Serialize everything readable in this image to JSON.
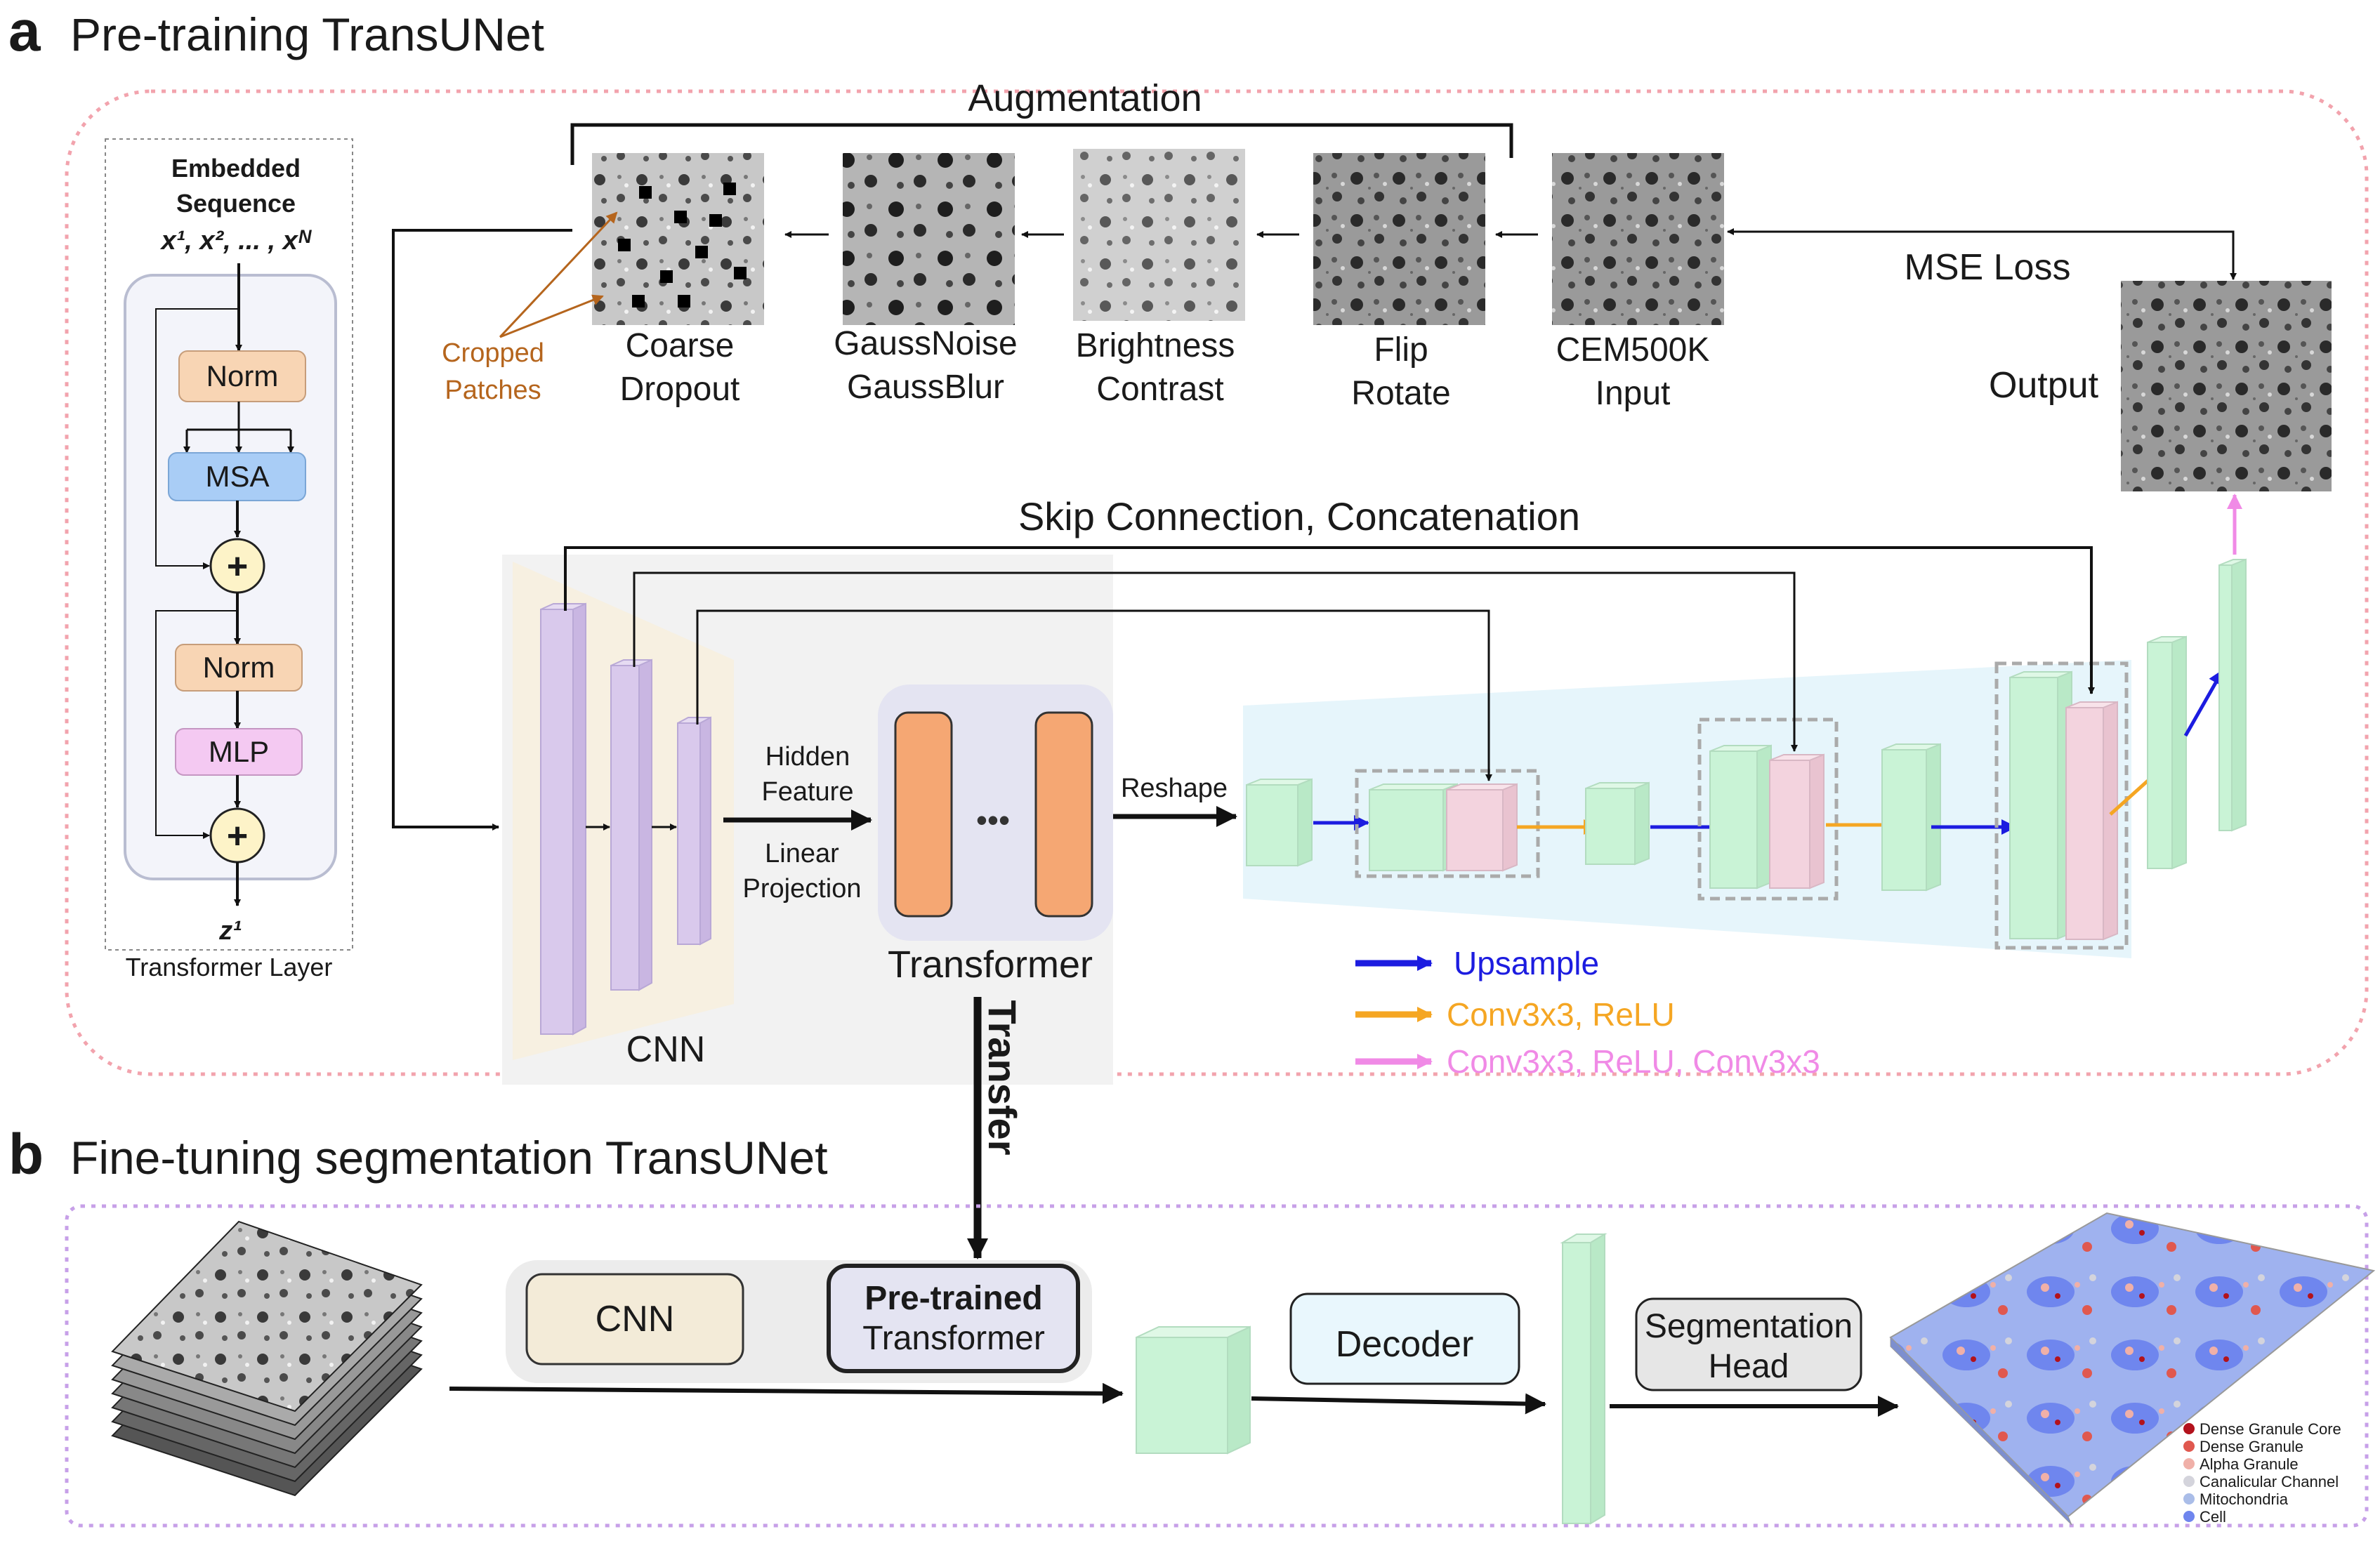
{
  "colors": {
    "panel_a_border": "#f2a3ad",
    "panel_b_border": "#c7a0e8",
    "norm": "#f8d5b4",
    "msa": "#a9cdf6",
    "mlp": "#f4c9f2",
    "cnn_block": "#d9c9ec",
    "transformer_block": "#f5a773",
    "decoder_green": "#c9f3d6",
    "decoder_pink": "#f3d3de",
    "upsample": "#1c1ce0",
    "conv_relu": "#f5a623",
    "conv_relu_conv": "#f08ae6",
    "cropped": "#b5651d"
  },
  "panel_a": {
    "letter": "a",
    "title": "Pre-training TransUNet",
    "augmentation_label": "Augmentation",
    "mse_label": "MSE Loss",
    "skip_label": "Skip Connection, Concatenation",
    "cropped_label_1": "Cropped",
    "cropped_label_2": "Patches",
    "aug_steps": [
      {
        "line1": "Coarse",
        "line2": "Dropout"
      },
      {
        "line1": "GaussNoise",
        "line2": "GaussBlur"
      },
      {
        "line1": "Brightness",
        "line2": "Contrast"
      },
      {
        "line1": "Flip",
        "line2": "Rotate"
      },
      {
        "line1": "CEM500K",
        "line2": "Input"
      }
    ],
    "output_label": "Output",
    "transformer_layer": {
      "seq_line1": "Embedded",
      "seq_line2": "Sequence",
      "seq_line3": "x¹, x², ... , xᴺ",
      "norm1": "Norm",
      "msa": "MSA",
      "norm2": "Norm",
      "mlp": "MLP",
      "plus": "+",
      "output": "z¹",
      "caption": "Transformer Layer"
    },
    "cnn_label": "CNN",
    "hidden_feature_1": "Hidden",
    "hidden_feature_2": "Feature",
    "linear_proj_1": "Linear",
    "linear_proj_2": "Projection",
    "transformer_label": "Transformer",
    "dots": "•••",
    "reshape_label": "Reshape",
    "transfer_label": "Transfer",
    "legend": [
      {
        "label": "Upsample",
        "color": "#1c1ce0"
      },
      {
        "label": "Conv3x3, ReLU",
        "color": "#f5a623"
      },
      {
        "label": "Conv3x3, ReLU, Conv3x3",
        "color": "#f08ae6"
      }
    ]
  },
  "panel_b": {
    "letter": "b",
    "title": "Fine-tuning segmentation TransUNet",
    "cnn_label": "CNN",
    "pretrained_1": "Pre-trained",
    "pretrained_2": "Transformer",
    "decoder_label": "Decoder",
    "seg_head_1": "Segmentation",
    "seg_head_2": "Head",
    "classes": [
      {
        "label": "Dense Granule Core",
        "color": "#b3121c"
      },
      {
        "label": "Dense Granule",
        "color": "#e0584f"
      },
      {
        "label": "Alpha Granule",
        "color": "#f0b0a8"
      },
      {
        "label": "Canalicular Channel",
        "color": "#d4d4dc"
      },
      {
        "label": "Mitochondria",
        "color": "#aabde8"
      },
      {
        "label": "Cell",
        "color": "#6f86ee"
      }
    ]
  }
}
